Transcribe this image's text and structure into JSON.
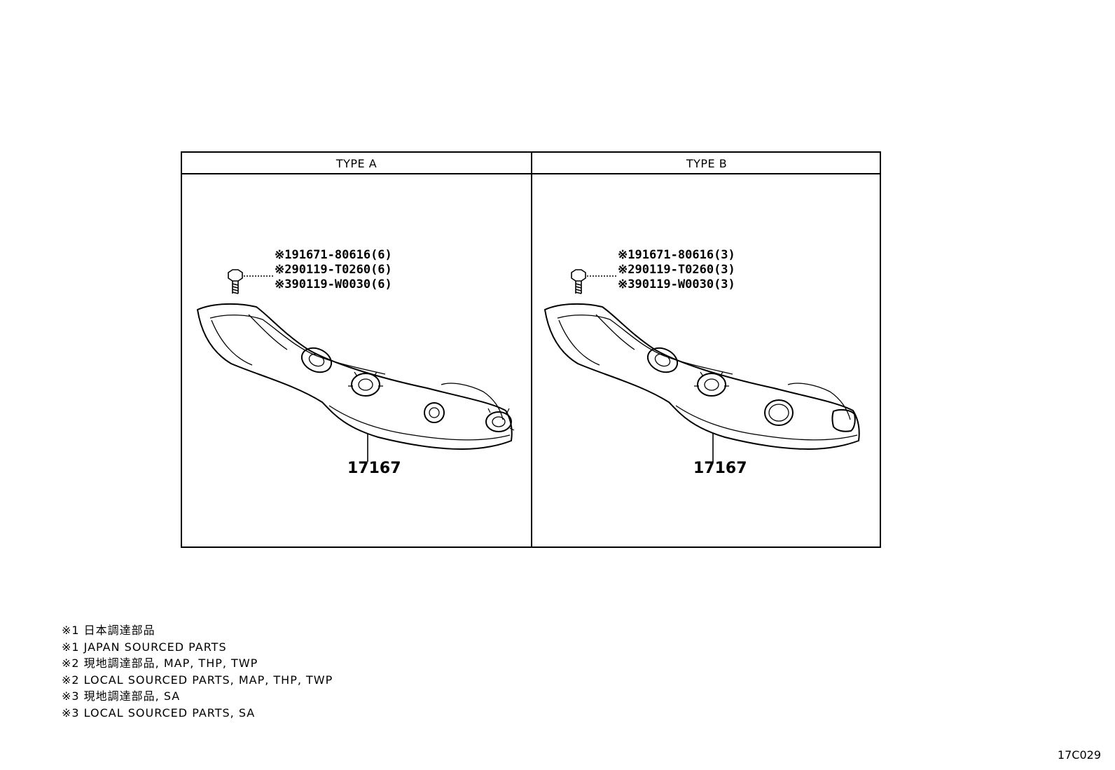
{
  "panels": [
    {
      "title": "TYPE A",
      "callouts": [
        "※191671-80616(6)",
        "※290119-T0260(6)",
        "※390119-W0030(6)"
      ],
      "part_number": "17167"
    },
    {
      "title": "TYPE B",
      "callouts": [
        "※191671-80616(3)",
        "※290119-T0260(3)",
        "※390119-W0030(3)"
      ],
      "part_number": "17167"
    }
  ],
  "notes": [
    "※1 日本調達部品",
    "※1 JAPAN SOURCED PARTS",
    "※2 現地調達部品, MAP, THP, TWP",
    "※2 LOCAL SOURCED PARTS, MAP, THP, TWP",
    "※3 現地調達部品, SA",
    "※3 LOCAL SOURCED PARTS, SA"
  ],
  "diagram_code": "17C029",
  "icons": [
    "bolt-icon",
    "heat-insulator-illustration"
  ]
}
